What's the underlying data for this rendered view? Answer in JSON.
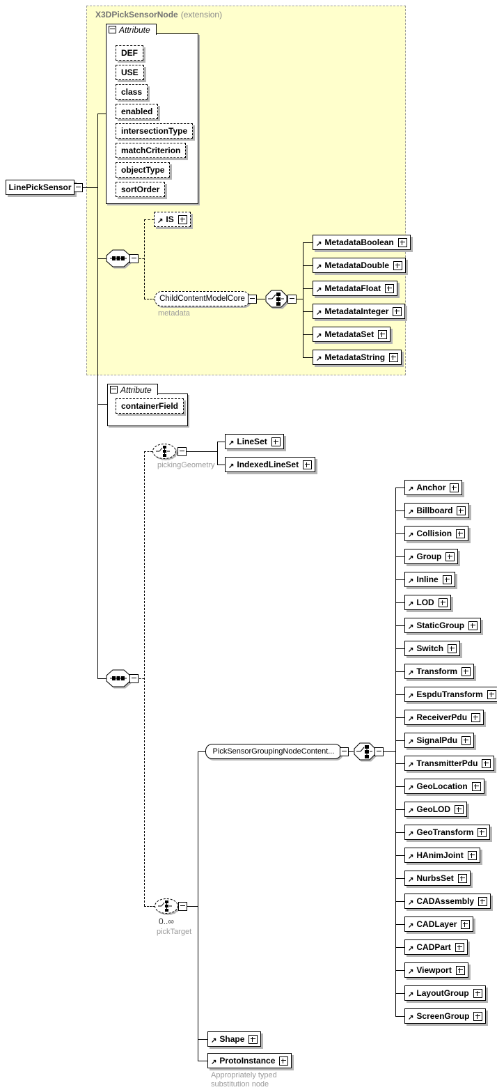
{
  "root_node": {
    "label": "LinePickSensor"
  },
  "extension_block": {
    "title": "X3DPickSensorNode",
    "subtitle": "(extension)",
    "attributes_header": "Attribute",
    "attributes": [
      "DEF",
      "USE",
      "class",
      "enabled",
      "intersectionType",
      "matchCriterion",
      "objectType",
      "sortOrder"
    ],
    "is_node": "IS",
    "metadata_group": {
      "label": "ChildContentModelCore",
      "role_label": "metadata"
    },
    "metadata_options": [
      "MetadataBoolean",
      "MetadataDouble",
      "MetadataFloat",
      "MetadataInteger",
      "MetadataSet",
      "MetadataString"
    ]
  },
  "local_block": {
    "attributes_header": "Attribute",
    "attributes": [
      "containerField"
    ]
  },
  "picking_geometry": {
    "role_label": "pickingGeometry",
    "options": [
      "LineSet",
      "IndexedLineSet"
    ]
  },
  "pick_target": {
    "occurrence": "0..∞",
    "role_label": "pickTarget",
    "group_label": "PickSensorGroupingNodeContent...",
    "options": [
      "Anchor",
      "Billboard",
      "Collision",
      "Group",
      "Inline",
      "LOD",
      "StaticGroup",
      "Switch",
      "Transform",
      "EspduTransform",
      "ReceiverPdu",
      "SignalPdu",
      "TransmitterPdu",
      "GeoLocation",
      "GeoLOD",
      "GeoTransform",
      "HAnimJoint",
      "NurbsSet",
      "CADAssembly",
      "CADLayer",
      "CADPart",
      "Viewport",
      "LayoutGroup",
      "ScreenGroup"
    ]
  },
  "shape_node": "Shape",
  "proto_instance": {
    "label": "ProtoInstance",
    "annotation": [
      "Appropriately typed",
      "substitution node"
    ]
  },
  "colors": {
    "extension_fill": "#ffffcc",
    "shadow": "#b5b5b5",
    "muted_label": "#9b9b9b",
    "line": "#000000"
  }
}
